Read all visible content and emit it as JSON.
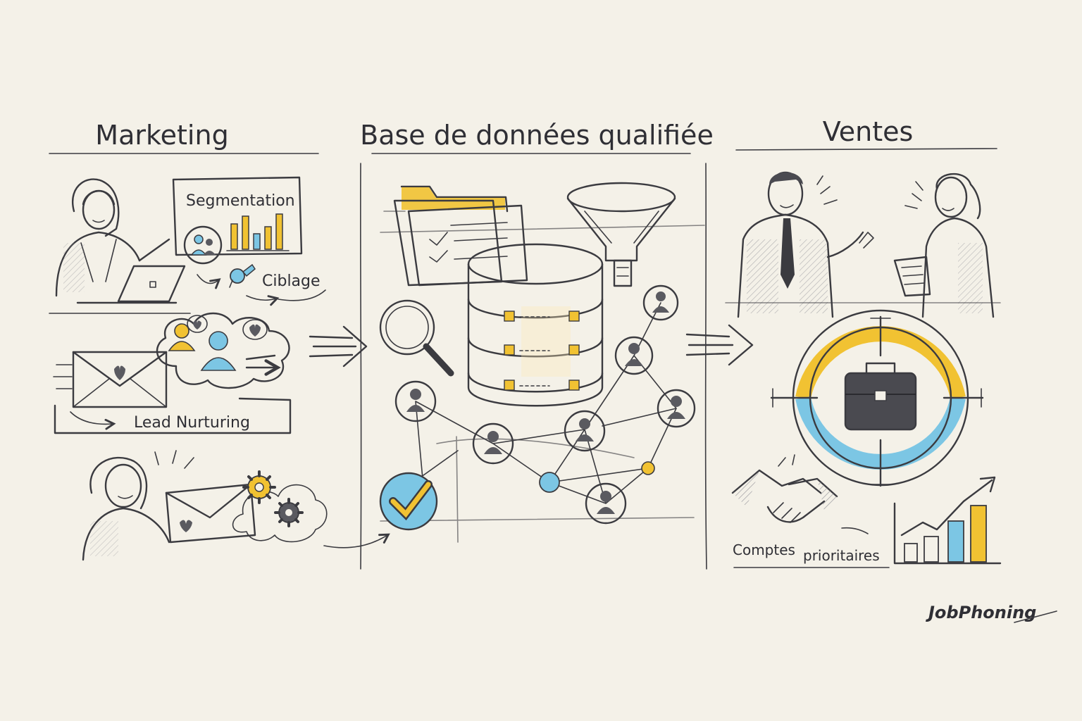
{
  "colors": {
    "paper": "#f4f1e8",
    "ink": "#3b3b40",
    "accent_yellow": "#f1c232",
    "accent_blue": "#7cc6e4",
    "hatch": "#9a9aa0"
  },
  "sections": {
    "marketing": {
      "title": "Marketing",
      "segmentation_label": "Segmentation",
      "targeting_label": "Ciblage",
      "nurturing_label": "Lead Nurturing"
    },
    "database": {
      "title": "Base de données qualifiée"
    },
    "sales": {
      "title": "Ventes",
      "accounts_label_1": "Comptes",
      "accounts_label_2": "prioritaires"
    }
  },
  "brand": "JobPhoning",
  "icons": [
    "presenter-person-icon",
    "laptop-icon",
    "bar-chart-icon",
    "group-icon",
    "key-icon",
    "envelope-heart-icon",
    "person-icon",
    "thought-cloud-icon",
    "gear-icon",
    "folder-icon",
    "funnel-icon",
    "database-icon",
    "magnifier-icon",
    "network-icon",
    "checkmark-icon",
    "businessman-icon",
    "businesswoman-icon",
    "target-icon",
    "briefcase-icon",
    "handshake-icon",
    "growth-chart-icon",
    "arrow-right-icon"
  ]
}
